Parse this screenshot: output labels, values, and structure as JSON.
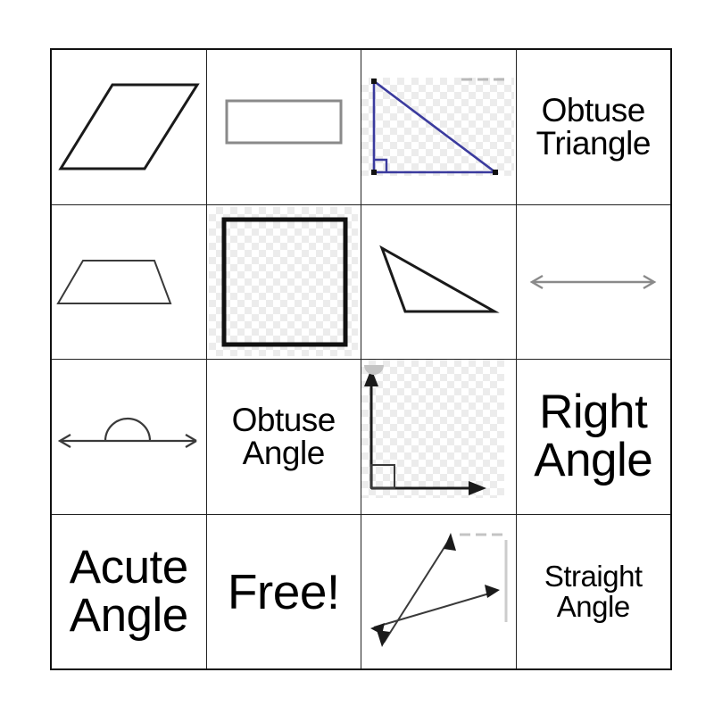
{
  "card": {
    "type": "bingo-card",
    "rows": 4,
    "columns": 4,
    "free_space_label": "Free!",
    "colors": {
      "grid_line": "#222222",
      "outer_border": "#111111",
      "text": "#000000",
      "shape_stroke_dark": "#1a1a1a",
      "shape_stroke_gray": "#8a8a8a",
      "shape_stroke_blue": "#3b3b9e",
      "checker_light": "#ffffff",
      "checker_dark": "#ececec",
      "background": "#ffffff"
    },
    "cells": [
      {
        "id": "r1c1",
        "kind": "figure",
        "figure": "parallelogram",
        "label": "Parallelogram",
        "checkered": false,
        "stroke": "#1a1a1a",
        "text": ""
      },
      {
        "id": "r1c2",
        "kind": "figure",
        "figure": "rectangle",
        "label": "Rectangle",
        "checkered": false,
        "stroke": "#8a8a8a",
        "text": ""
      },
      {
        "id": "r1c3",
        "kind": "figure",
        "figure": "right-triangle",
        "label": "Right Triangle",
        "checkered": true,
        "stroke": "#3b3b9e",
        "text": ""
      },
      {
        "id": "r1c4",
        "kind": "text",
        "figure": "",
        "label": "Obtuse Triangle",
        "checkered": false,
        "stroke": "",
        "text": "Obtuse Triangle",
        "size": "size-md"
      },
      {
        "id": "r2c1",
        "kind": "figure",
        "figure": "trapezoid",
        "label": "Trapezoid",
        "checkered": false,
        "stroke": "#3a3a3a",
        "text": ""
      },
      {
        "id": "r2c2",
        "kind": "figure",
        "figure": "square",
        "label": "Square",
        "checkered": true,
        "stroke": "#111111",
        "text": ""
      },
      {
        "id": "r2c3",
        "kind": "figure",
        "figure": "obtuse-triangle",
        "label": "Obtuse Triangle",
        "checkered": false,
        "stroke": "#1a1a1a",
        "text": ""
      },
      {
        "id": "r2c4",
        "kind": "figure",
        "figure": "line-double-arrow",
        "label": "Line",
        "checkered": false,
        "stroke": "#8a8a8a",
        "text": ""
      },
      {
        "id": "r3c1",
        "kind": "figure",
        "figure": "straight-angle",
        "label": "Straight Angle",
        "checkered": false,
        "stroke": "#3a3a3a",
        "text": ""
      },
      {
        "id": "r3c2",
        "kind": "text",
        "figure": "",
        "label": "Obtuse Angle",
        "checkered": false,
        "stroke": "",
        "text": "Obtuse Angle",
        "size": "size-md"
      },
      {
        "id": "r3c3",
        "kind": "figure",
        "figure": "right-angle",
        "label": "Right Angle",
        "checkered": true,
        "stroke": "#1a1a1a",
        "text": ""
      },
      {
        "id": "r3c4",
        "kind": "text",
        "figure": "",
        "label": "Right Angle",
        "checkered": false,
        "stroke": "",
        "text": "Right Angle",
        "size": "size-lg"
      },
      {
        "id": "r4c1",
        "kind": "text",
        "figure": "",
        "label": "Acute Angle",
        "checkered": false,
        "stroke": "",
        "text": "Acute Angle",
        "size": "size-lg"
      },
      {
        "id": "r4c2",
        "kind": "text",
        "figure": "",
        "label": "Free Space",
        "checkered": false,
        "stroke": "",
        "text": "Free!",
        "size": "size-free"
      },
      {
        "id": "r4c3",
        "kind": "figure",
        "figure": "acute-angle",
        "label": "Acute Angle",
        "checkered": false,
        "stroke": "#3a3a3a",
        "text": ""
      },
      {
        "id": "r4c4",
        "kind": "text",
        "figure": "",
        "label": "Straight Angle",
        "checkered": false,
        "stroke": "",
        "text": "Straight Angle",
        "size": "size-sm"
      }
    ]
  }
}
